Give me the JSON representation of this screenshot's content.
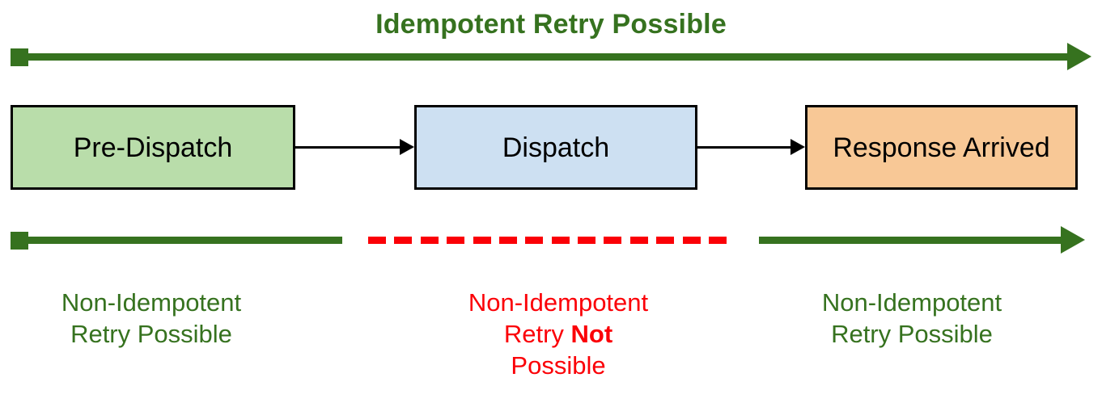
{
  "colors": {
    "green": "#36721f",
    "red": "#fb0007",
    "black": "#000000",
    "box_predispatch_fill": "#b9ddaa",
    "box_dispatch_fill": "#cde0f2",
    "box_response_fill": "#f8c896",
    "background": "#ffffff"
  },
  "top_band": {
    "title": "Idempotent Retry Possible",
    "arrow": {
      "start_marker": "square",
      "end_marker": "arrowhead",
      "style": "solid",
      "color": "#36721f"
    }
  },
  "flow": {
    "boxes": [
      {
        "id": "pre-dispatch",
        "label": "Pre-Dispatch",
        "fill": "#b9ddaa"
      },
      {
        "id": "dispatch",
        "label": "Dispatch",
        "fill": "#cde0f2"
      },
      {
        "id": "response-arrived",
        "label": "Response Arrived",
        "fill": "#f8c896"
      }
    ],
    "connectors": [
      {
        "from": "pre-dispatch",
        "to": "dispatch",
        "style": "solid",
        "color": "#000000"
      },
      {
        "from": "dispatch",
        "to": "response-arrived",
        "style": "solid",
        "color": "#000000"
      }
    ]
  },
  "bottom_band": {
    "segments": [
      {
        "id": "left",
        "style": "solid",
        "color": "#36721f",
        "start_marker": "square",
        "end_marker": "none",
        "caption_line1": "Non-Idempotent",
        "caption_line2": "Retry Possible",
        "caption_line3": "",
        "caption_color": "#36721f"
      },
      {
        "id": "middle",
        "style": "dashed",
        "color": "#fb0007",
        "start_marker": "none",
        "end_marker": "none",
        "dash_count": 14,
        "caption_line1": "Non-Idempotent",
        "caption_line2_pre": "Retry ",
        "caption_line2_strong": "Not",
        "caption_line3": "Possible",
        "caption_color": "#fb0007"
      },
      {
        "id": "right",
        "style": "solid",
        "color": "#36721f",
        "start_marker": "none",
        "end_marker": "arrowhead",
        "caption_line1": "Non-Idempotent",
        "caption_line2": "Retry Possible",
        "caption_line3": "",
        "caption_color": "#36721f"
      }
    ]
  }
}
